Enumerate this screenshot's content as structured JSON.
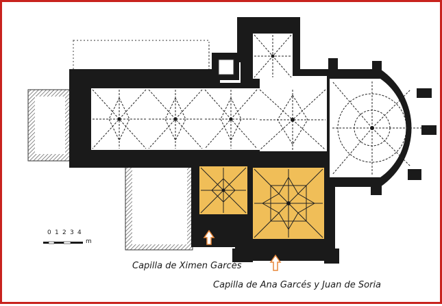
{
  "scale": {
    "ticks": [
      "0",
      "1",
      "2",
      "3",
      "4"
    ],
    "unit": "m"
  },
  "labels": {
    "ximen": "Capilla de Ximen Garcés",
    "ana": "Capilla de Ana Garcés y Juan de Soria"
  },
  "colors": {
    "frame": "#c8231e",
    "wall": "#1a1a1a",
    "highlight": "#f0be58",
    "arrow": "#e8873a",
    "rib": "#222222"
  }
}
